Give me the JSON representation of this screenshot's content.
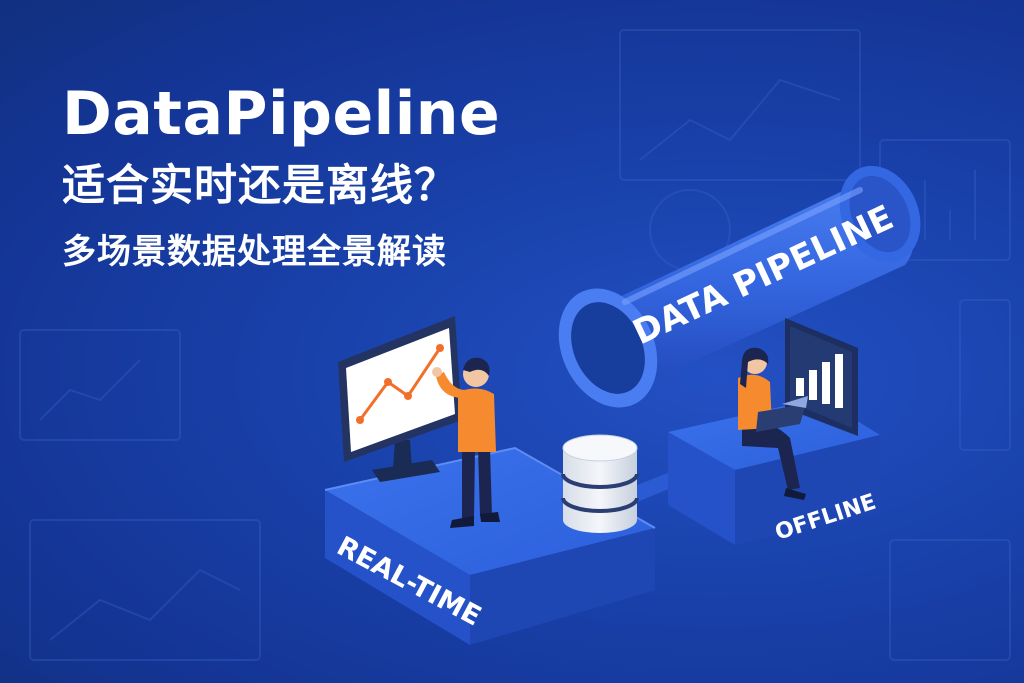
{
  "headline": {
    "title": "DataPipeline",
    "subtitle": "适合实时还是离线？",
    "tagline": "多场景数据处理全景解读"
  },
  "illustration": {
    "pipe_label": "DATA PIPELINE",
    "realtime_label": "REAL-TIME",
    "offline_label": "OFFLINE"
  },
  "palette": {
    "background": "#1a43ad",
    "platform_blue": "#2d62e0",
    "person_orange": "#f58a2e",
    "chart_line": "#f26f2a",
    "db_gray": "#e8ecf3"
  }
}
